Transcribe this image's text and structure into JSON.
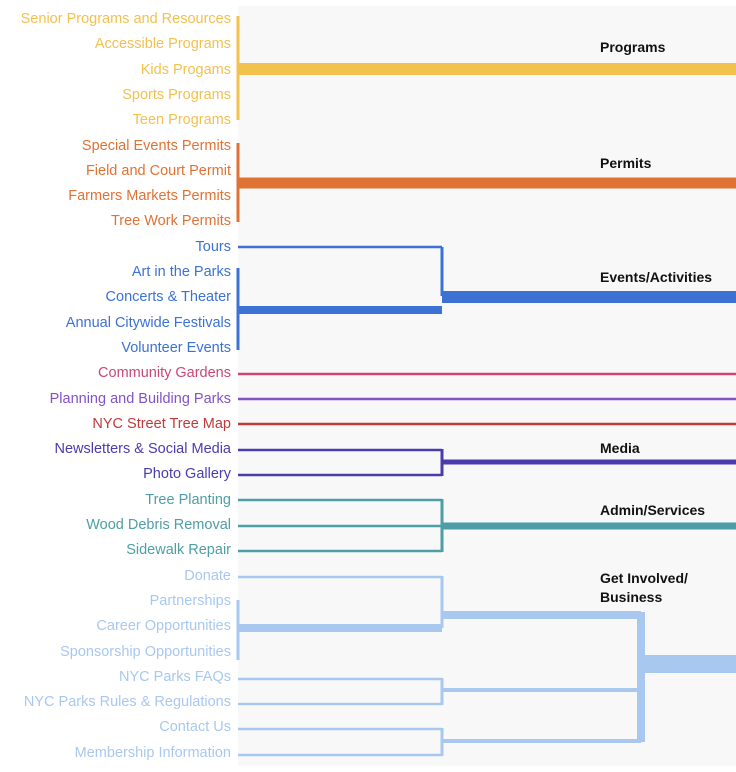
{
  "colors": {
    "programs": "#f2c14e",
    "permits": "#e07234",
    "events": "#3b72d4",
    "gardens": "#c94872",
    "planning": "#8451c7",
    "streettree": "#c0393b",
    "media": "#4a3cad",
    "admin": "#4d9ea6",
    "involved": "#a8c8f0"
  },
  "groups": {
    "programs": "Programs",
    "permits": "Permits",
    "events": "Events/Activities",
    "media": "Media",
    "admin": "Admin/Services",
    "involved": "Get Involved/ Business"
  },
  "leaves": [
    {
      "label": "Senior Programs and Resources",
      "group": "programs"
    },
    {
      "label": "Accessible Programs",
      "group": "programs"
    },
    {
      "label": "Kids Progams",
      "group": "programs"
    },
    {
      "label": "Sports Programs",
      "group": "programs"
    },
    {
      "label": "Teen Programs",
      "group": "programs"
    },
    {
      "label": "Special Events Permits",
      "group": "permits"
    },
    {
      "label": "Field and Court Permit",
      "group": "permits"
    },
    {
      "label": "Farmers Markets Permits",
      "group": "permits"
    },
    {
      "label": "Tree Work Permits",
      "group": "permits"
    },
    {
      "label": "Tours",
      "group": "events"
    },
    {
      "label": "Art in the Parks",
      "group": "events"
    },
    {
      "label": "Concerts & Theater",
      "group": "events"
    },
    {
      "label": "Annual Citywide Festivals",
      "group": "events"
    },
    {
      "label": "Volunteer Events",
      "group": "events"
    },
    {
      "label": "Community Gardens",
      "group": "gardens"
    },
    {
      "label": "Planning and Building Parks",
      "group": "planning"
    },
    {
      "label": "NYC Street Tree Map",
      "group": "streettree"
    },
    {
      "label": "Newsletters & Social Media",
      "group": "media"
    },
    {
      "label": "Photo Gallery",
      "group": "media"
    },
    {
      "label": "Tree Planting",
      "group": "admin"
    },
    {
      "label": "Wood Debris Removal",
      "group": "admin"
    },
    {
      "label": "Sidewalk Repair",
      "group": "admin"
    },
    {
      "label": "Donate",
      "group": "involved"
    },
    {
      "label": "Partnerships",
      "group": "involved"
    },
    {
      "label": "Career Opportunities",
      "group": "involved"
    },
    {
      "label": "Sponsorship Opportunities",
      "group": "involved"
    },
    {
      "label": "NYC Parks FAQs",
      "group": "involved"
    },
    {
      "label": "NYC Parks Rules & Regulations",
      "group": "involved"
    },
    {
      "label": "Contact Us",
      "group": "involved"
    },
    {
      "label": "Membership Information",
      "group": "involved"
    }
  ]
}
